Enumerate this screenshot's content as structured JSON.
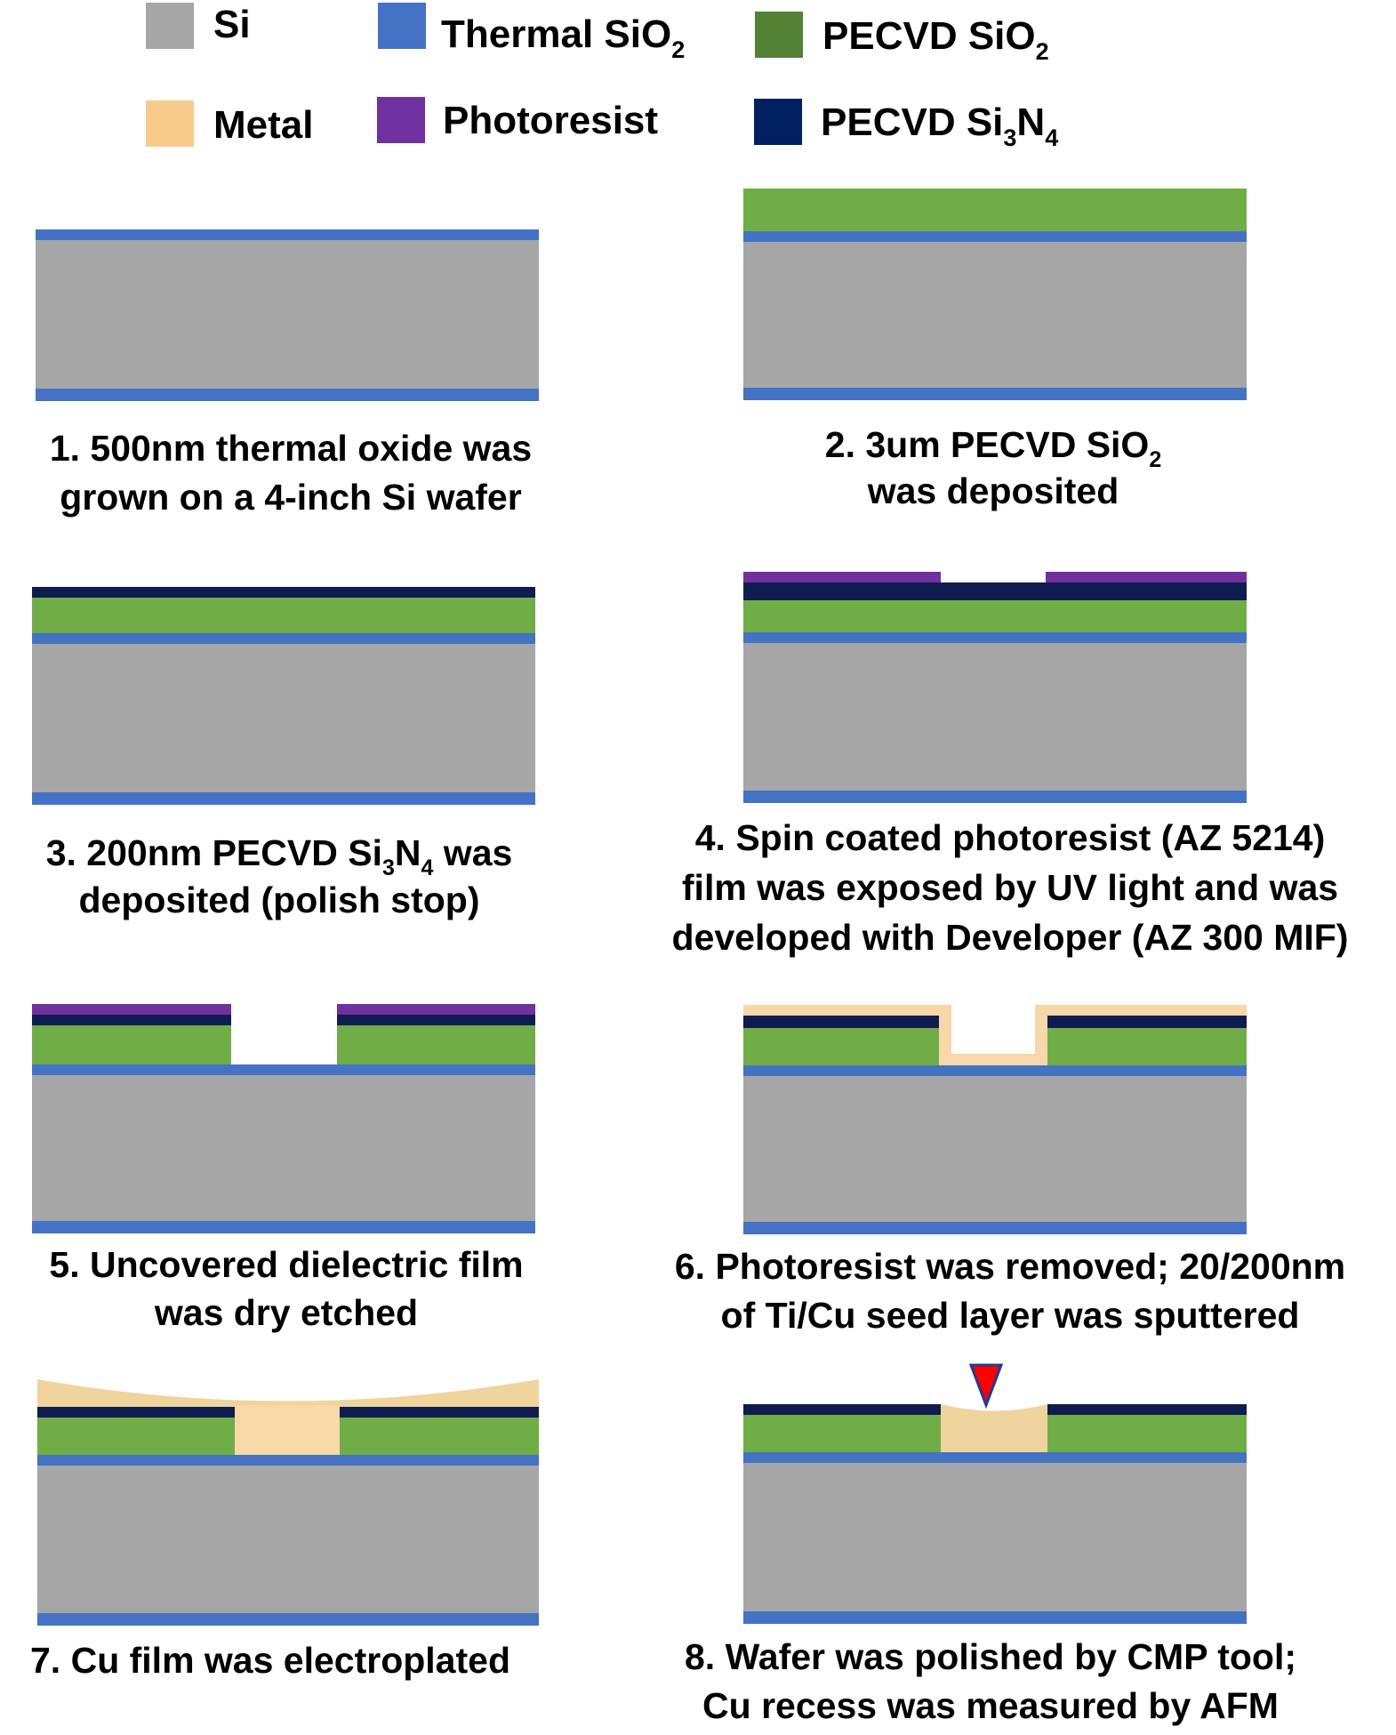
{
  "legend": [
    {
      "key": "si",
      "label": "Si",
      "color": "#a6a6a6"
    },
    {
      "key": "thermal",
      "label": "Thermal SiO",
      "sub": "2",
      "label_after": "",
      "color": "#4472c4"
    },
    {
      "key": "pecvd_sio2",
      "label": "PECVD SiO",
      "sub": "2",
      "label_after": "",
      "color": "#548235"
    },
    {
      "key": "metal",
      "label": "Metal",
      "color": "#f8cb8d"
    },
    {
      "key": "photoresist",
      "label": "Photoresist",
      "color": "#7030a0"
    },
    {
      "key": "pecvd_sin",
      "label": "PECVD Si",
      "sub": "3",
      "label_mid": "N",
      "sub2": "4",
      "color": "#002060"
    }
  ],
  "layer_colors": {
    "si": "#a6a6a6",
    "thermal": "#4472c4",
    "pecvd_sio2": "#70ad47",
    "metal": "#f8d7a8",
    "metal_plated": "#f0d49e",
    "photoresist": "#7030a0",
    "pecvd_sin": "#0f1c4f",
    "marker": "#ff0000",
    "marker_outline": "#1f3a93"
  },
  "steps": [
    {
      "caption": [
        {
          "t": "1. 500nm thermal oxide was"
        },
        {
          "t": "grown on a 4-inch Si wafer"
        }
      ]
    },
    {
      "caption": [
        {
          "t": "2. 3um PECVD SiO",
          "sub": "2"
        },
        {
          "t": "was deposited"
        }
      ]
    },
    {
      "caption": [
        {
          "t": "3. 200nm PECVD Si",
          "sub": "3",
          "t2": "N",
          "sub2": "4",
          "t3": " was"
        },
        {
          "t": "deposited (polish stop)"
        }
      ]
    },
    {
      "caption": [
        {
          "t": "4. Spin coated photoresist (AZ 5214)"
        },
        {
          "t": "film was exposed by UV light and was"
        },
        {
          "t": "developed with Developer (AZ 300 MIF)"
        }
      ]
    },
    {
      "caption": [
        {
          "t": "5. Uncovered dielectric film"
        },
        {
          "t": "was dry etched"
        }
      ]
    },
    {
      "caption": [
        {
          "t": "6. Photoresist was removed; 20/200nm"
        },
        {
          "t": "of Ti/Cu seed layer was sputtered"
        }
      ]
    },
    {
      "caption": [
        {
          "t": "7. Cu film was electroplated"
        }
      ]
    },
    {
      "caption": [
        {
          "t": "8. Wafer was polished by CMP tool;"
        },
        {
          "t": "Cu recess was measured by AFM"
        }
      ]
    }
  ]
}
